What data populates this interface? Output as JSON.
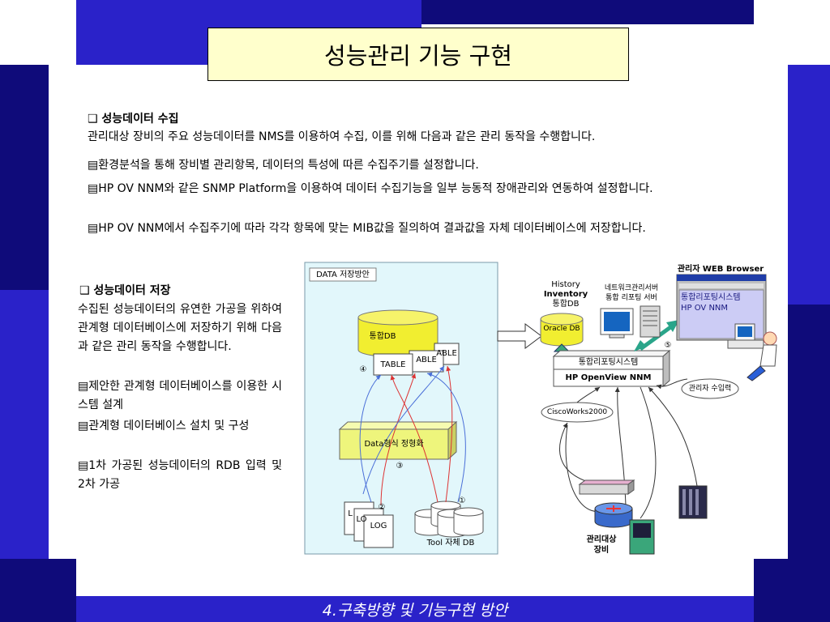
{
  "slide": {
    "title": "성능관리 기능 구현",
    "section1": {
      "heading": "❑ 성능데이터 수집",
      "intro": "관리대상 장비의 주요 성능데이터를 NMS를 이용하여 수집, 이를 위해 다음과 같은 관리 동작을 수행합니다.",
      "items": [
        "▤환경분석을 통해 장비별 관리항목, 데이터의 특성에 따른 수집주기를 설정합니다.",
        "▤HP OV NNM와 같은 SNMP Platform을 이용하여 데이터 수집기능을 일부 능동적 장애관리와 연동하여 설정합니다.",
        "▤HP OV NNM에서 수집주기에 따라 각각 항목에 맞는 MIB값을 질의하여 결과값을 자체 데이터베이스에 저장합니다."
      ]
    },
    "section2": {
      "heading": "❑ 성능데이터 저장",
      "intro": "수집된 성능데이터의 유연한 가공을 위하여 관계형 데이터베이스에 저장하기 위해 다음과 같은 관리 동작을 수행합니다.",
      "items": [
        "▤제안한 관계형 데이터베이스를 이용한 시스템 설계",
        "▤관계형 데이터베이스 설치 및 구성",
        "▤1차 가공된 성능데이터의 RDB 입력 및 2차 가공"
      ]
    },
    "footer": "4.구축방향 및 기능구현 방안"
  },
  "diagram": {
    "panel_label": "DATA 저장방안",
    "db_label": "통합DB",
    "table1": "TABLE",
    "table2": "ABLE",
    "table3": "ABLE",
    "transform": "Data형식 정형화",
    "log1": "L",
    "log2": "LO",
    "log3": "LOG",
    "tool_db": "Tool 자체 DB",
    "n1": "①",
    "n2": "②",
    "n3": "③",
    "n4": "④",
    "n5": "⑤",
    "history": "History",
    "inventory": "Inventory",
    "hist_db": "통합DB",
    "oracle": "Oracle DB",
    "net_server_1": "네트워크관리서버",
    "net_server_2": "통합 리포팅 서버",
    "browser_title": "관리자 WEB Browser",
    "browser_line1": "통합리포팅시스템",
    "browser_line2": "HP OV NNM",
    "report_system": "통합리포팅시스템",
    "nnm": "HP OpenView NNM",
    "admin_input": "관리자 수입력",
    "ciscoworks": "CiscoWorks2000",
    "managed_1": "관리대상",
    "managed_2": "장비"
  },
  "colors": {
    "blue": "#2a22c9",
    "navy": "#0f0b7a",
    "title_bg": "#ffffcc",
    "panel_bg": "#e2f7fb",
    "db_yellow": "#f1ee30",
    "transform_green": "#eef57c"
  }
}
